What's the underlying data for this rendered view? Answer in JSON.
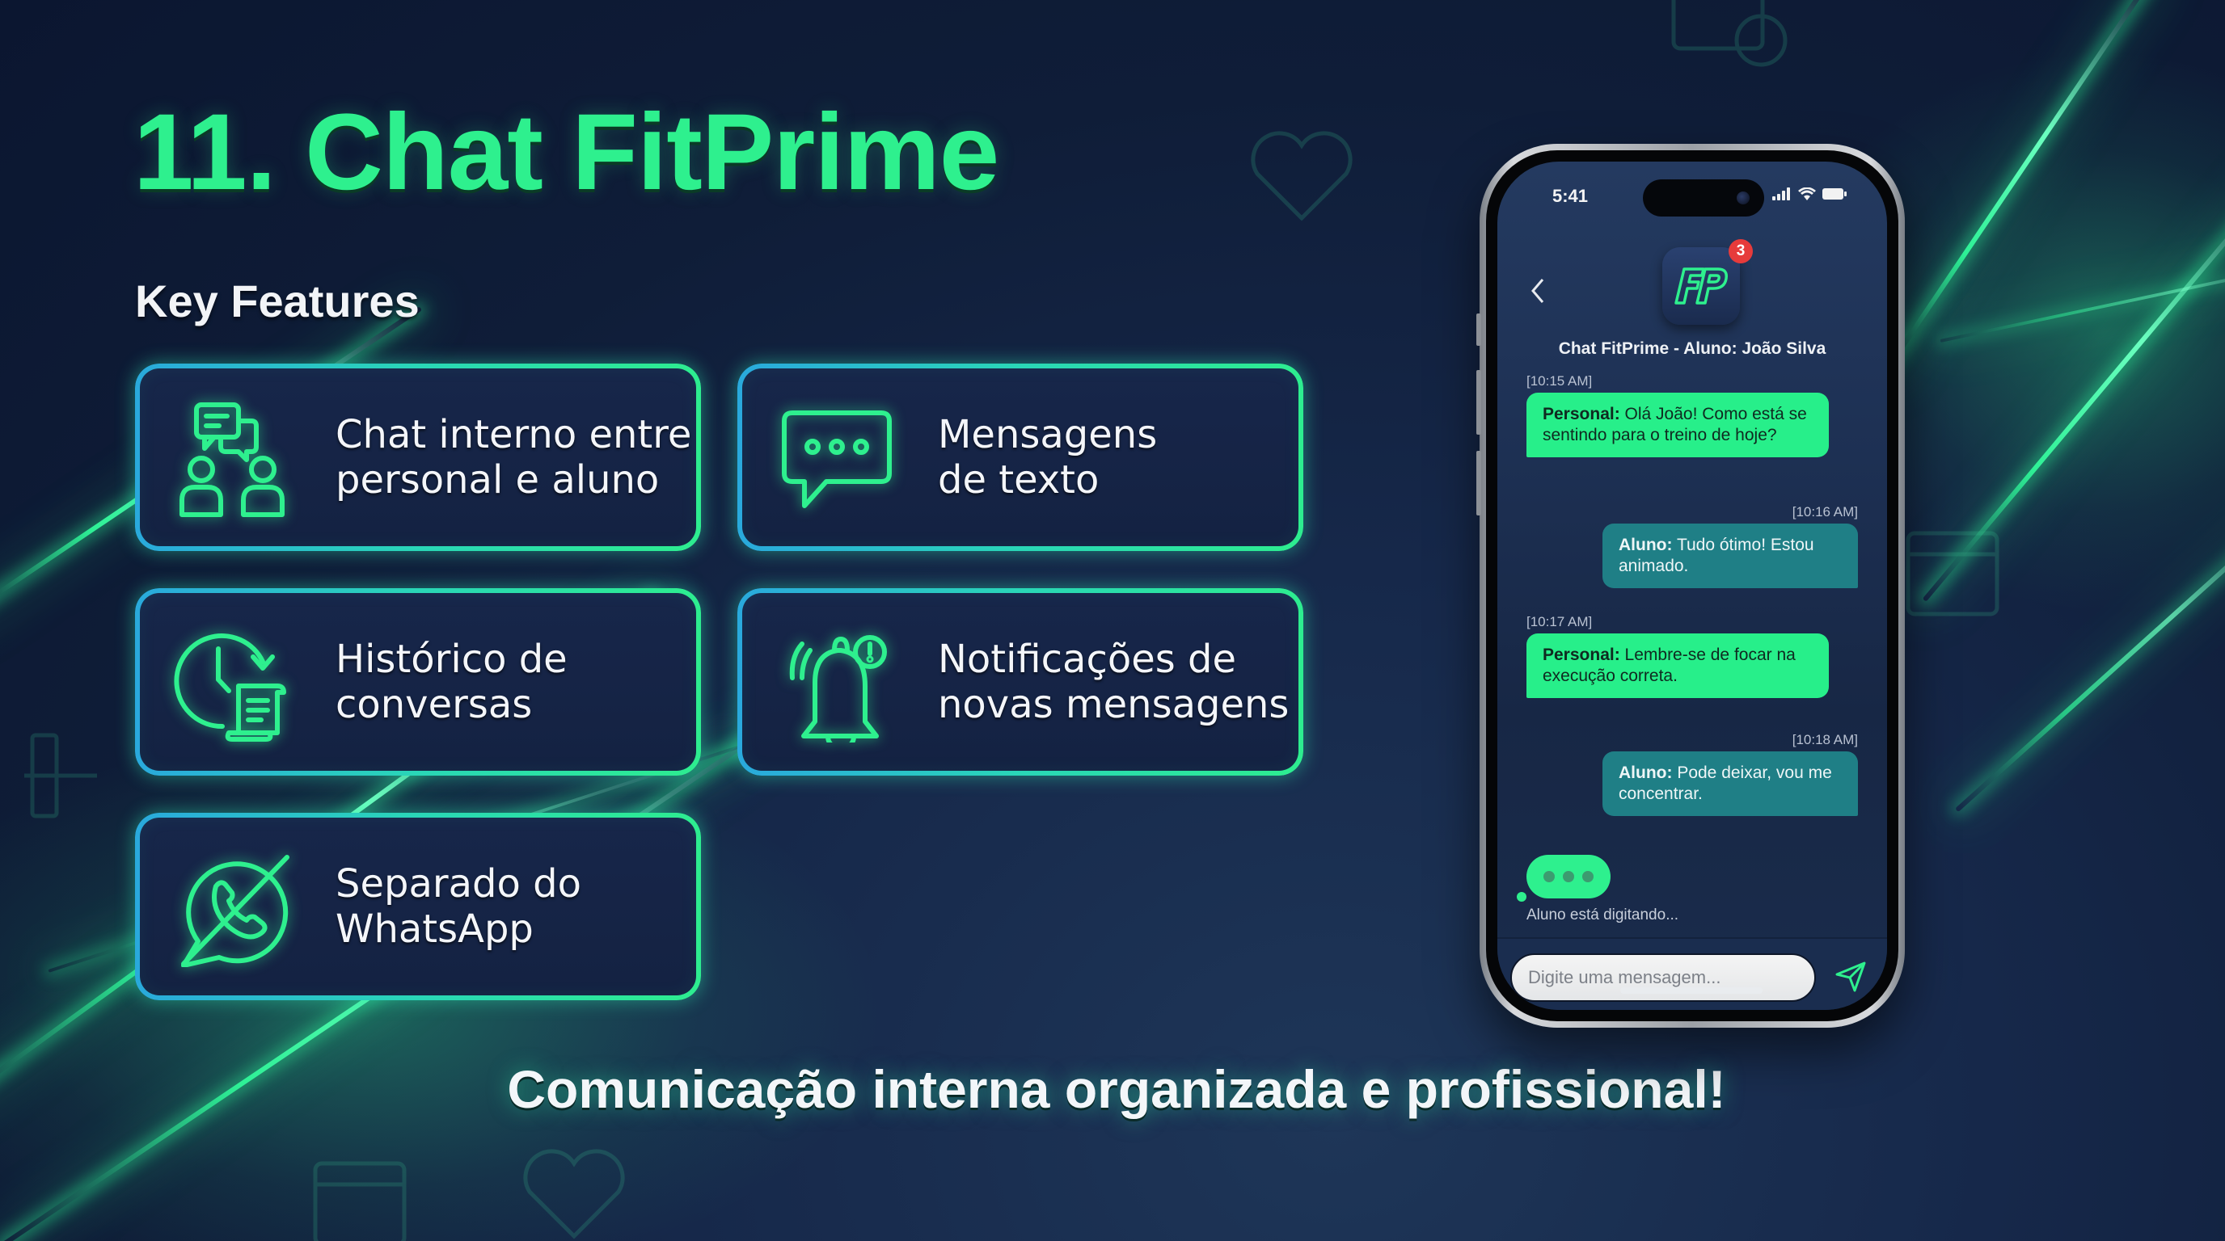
{
  "slide": {
    "title": "11. Chat FitPrime",
    "subtitle": "Key Features",
    "tagline": "Comunicação interna organizada e profissional!",
    "accent_color": "#2ef08e",
    "background_color": "#0f1d38"
  },
  "features": [
    {
      "icon": "chat-people-icon",
      "label": "Chat interno entre\npersonal e aluno"
    },
    {
      "icon": "message-dots-icon",
      "label": "Mensagens\nde texto"
    },
    {
      "icon": "history-clock-icon",
      "label": "Histórico de\nconversas"
    },
    {
      "icon": "bell-alert-icon",
      "label": "Notificações de\nnovas mensagens"
    },
    {
      "icon": "whatsapp-off-icon",
      "label": "Separado do\nWhatsApp"
    }
  ],
  "phone": {
    "status_bar": {
      "time": "5:41",
      "signal": "signal-icon",
      "wifi": "wifi-icon",
      "battery": "battery-icon"
    },
    "header": {
      "back_icon": "chevron-left-icon",
      "app_logo": "FP",
      "badge_count": "3",
      "chat_title": "Chat FitPrime - Aluno: João Silva"
    },
    "messages": [
      {
        "time": "[10:15 AM]",
        "sender": "Personal:",
        "text": " Olá João! Como está se sentindo para o treino de hoje?",
        "side": "left"
      },
      {
        "time": "[10:16 AM]",
        "sender": "Aluno:",
        "text": " Tudo ótimo! Estou animado.",
        "side": "right"
      },
      {
        "time": "[10:17 AM]",
        "sender": "Personal:",
        "text": " Lembre-se de focar na execução correta.",
        "side": "left"
      },
      {
        "time": "[10:18 AM]",
        "sender": "Aluno:",
        "text": " Pode deixar, vou me concentrar.",
        "side": "right"
      }
    ],
    "typing_indicator": "Aluno está digitando...",
    "composer": {
      "placeholder": "Digite uma mensagem...",
      "value": "",
      "send_icon": "send-icon"
    },
    "colors": {
      "personal_bubble": "#27ef8a",
      "aluno_bubble": "#1f7f86",
      "badge": "#e63b3b"
    }
  }
}
